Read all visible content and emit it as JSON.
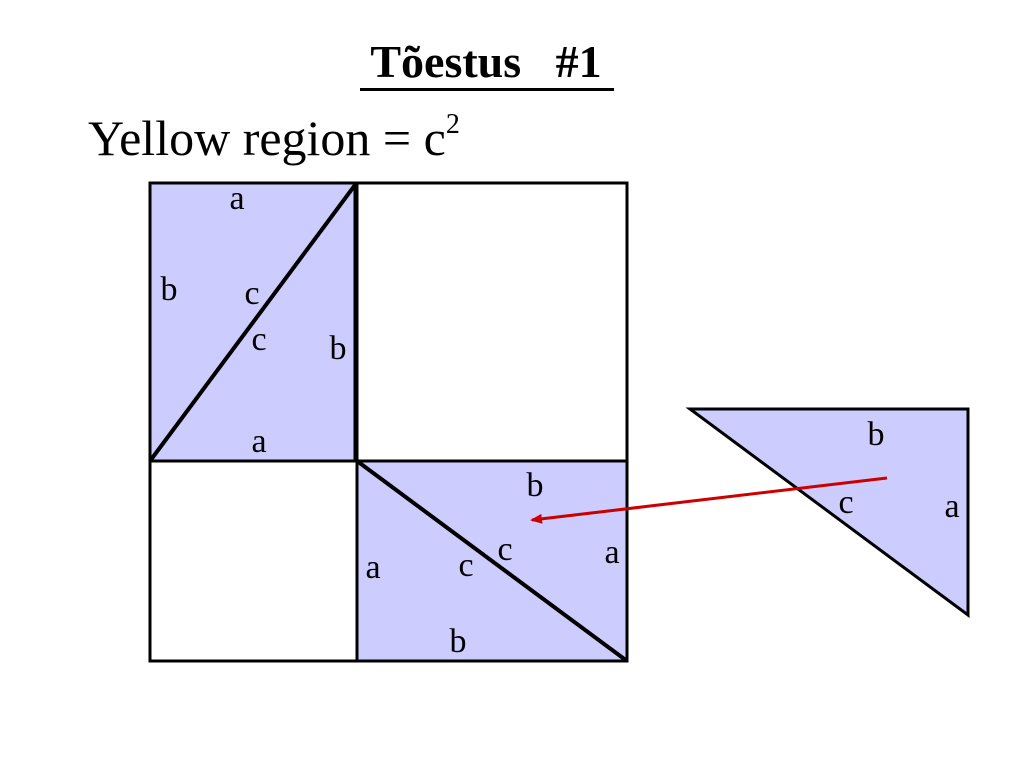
{
  "slide": {
    "title": "Tõestus   #1",
    "formula": {
      "text": "Yellow region = c",
      "exponent": "2"
    }
  },
  "colors": {
    "triangle_fill": "#ccccff",
    "outline": "#000000",
    "arrow": "#cc0000",
    "background": "#ffffff"
  },
  "diagram": {
    "upper_left_triangles": {
      "top_left": {
        "a": "a",
        "b": "b",
        "c": "c"
      },
      "bottom_right": {
        "a": "a",
        "b": "b",
        "c": "c"
      }
    },
    "lower_right_triangles": {
      "top_right": {
        "a": "a",
        "b": "b",
        "c": "c"
      },
      "bottom_left": {
        "a": "a",
        "b": "b",
        "c": "c"
      }
    },
    "moving_triangle": {
      "a": "a",
      "b": "b",
      "c": "c"
    }
  }
}
